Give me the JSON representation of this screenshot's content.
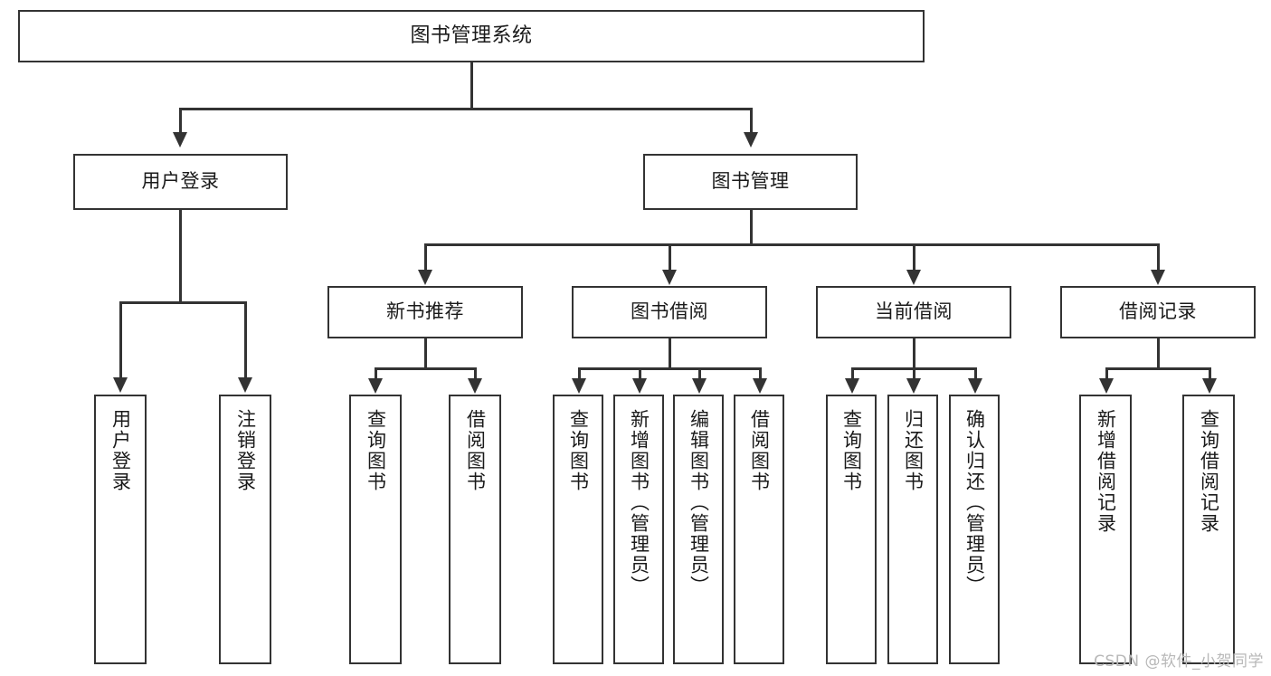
{
  "diagram": {
    "title": "图书管理系统",
    "type": "hierarchy-tree",
    "levels": 4,
    "root": {
      "label": "图书管理系统"
    },
    "level2": [
      {
        "label": "用户登录"
      },
      {
        "label": "图书管理"
      }
    ],
    "level3": [
      {
        "label": "新书推荐"
      },
      {
        "label": "图书借阅"
      },
      {
        "label": "当前借阅"
      },
      {
        "label": "借阅记录"
      }
    ],
    "leaves": {
      "user_login": [
        {
          "label": "用户登录"
        },
        {
          "label": "注销登录"
        }
      ],
      "new_book_recommend": [
        {
          "label": "查询图书"
        },
        {
          "label": "借阅图书"
        }
      ],
      "book_borrow": [
        {
          "label": "查询图书"
        },
        {
          "label": "新增图书（管理员）"
        },
        {
          "label": "编辑图书（管理员）"
        },
        {
          "label": "借阅图书"
        }
      ],
      "current_borrow": [
        {
          "label": "查询图书"
        },
        {
          "label": "归还图书"
        },
        {
          "label": "确认归还（管理员）"
        }
      ],
      "borrow_record": [
        {
          "label": "新增借阅记录"
        },
        {
          "label": "查询借阅记录"
        }
      ]
    }
  },
  "watermark": {
    "text": "CSDN @软件_小贺同学"
  },
  "colors": {
    "border": "#333333",
    "background": "#ffffff",
    "text": "#1a1a1a",
    "watermark": "#b8b8b8"
  }
}
